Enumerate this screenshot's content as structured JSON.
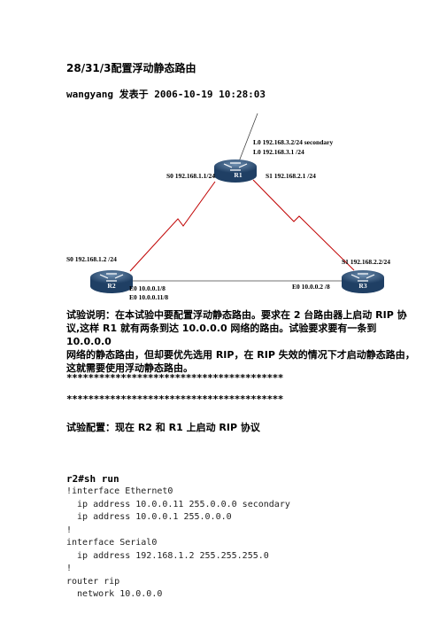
{
  "title": "28/31/3配置浮动静态路由",
  "byline": "wangyang 发表于 2006-10-19 10:28:03",
  "diagram": {
    "routers": [
      {
        "name": "R1"
      },
      {
        "name": "R2"
      },
      {
        "name": "R3"
      }
    ],
    "labels": {
      "r1_l0_secondary": "L0 192.168.3.2/24 secondary",
      "r1_l0": "L0 192.168.3.1 /24",
      "r1_s0": "S0 192.168.1.1/24",
      "r1_s1": "S1 192.168.2.1 /24",
      "r2_s0": "S0 192.168.1.2 /24",
      "r3_s1": "S1 192.168.2.2/24",
      "r2_e0_a": "E0 10.0.0.1/8",
      "r2_e0_b": "E0 10.0.0.11/8",
      "r3_e0": "E0 10.0.0.2 /8"
    }
  },
  "description": {
    "line1": "试验说明：在本试验中要配置浮动静态路由。要求在 2 台路由器上启动 RIP 协",
    "line2": "议,这样 R1 就有两条到达 10.0.0.0 网络的路由。试验要求要有一条到 10.0.0.0",
    "line3": "网络的静态路由，但却要优先选用 RIP，在 RIP 失效的情况下才启动静态路由，",
    "line4": "这就需要使用浮动静态路由。"
  },
  "separator1": "****************************************",
  "separator2": "****************************************",
  "config_title": "试验配置：现在 R2 和 R1 上启动 RIP 协议",
  "command": "r2#sh run",
  "code_lines": [
    "!interface Ethernet0",
    "  ip address 10.0.0.11 255.0.0.0 secondary",
    "  ip address 10.0.0.1 255.0.0.0",
    "!",
    "interface Serial0",
    "  ip address 192.168.1.2 255.255.255.0",
    "!",
    "router rip",
    "  network 10.0.0.0"
  ]
}
